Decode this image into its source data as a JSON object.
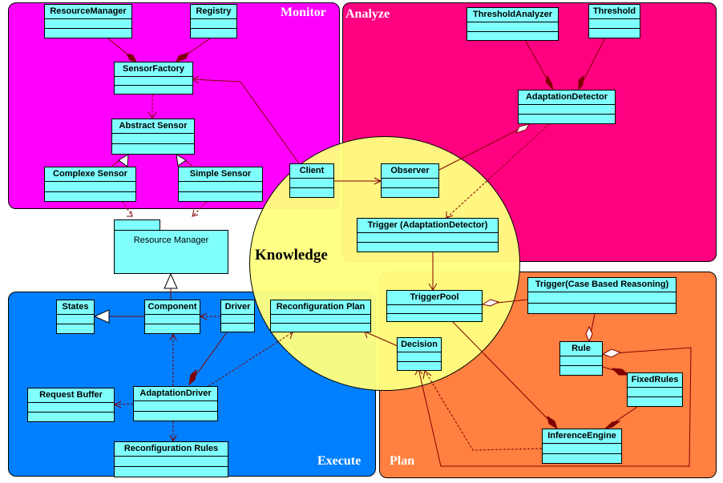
{
  "regions": {
    "monitor": {
      "label": "Monitor",
      "color": "#ff00ff"
    },
    "analyze": {
      "label": "Analyze",
      "color": "#ff0080"
    },
    "execute": {
      "label": "Execute",
      "color": "#0080ff"
    },
    "plan": {
      "label": "Plan",
      "color": "#ff8040"
    }
  },
  "knowledge": {
    "label": "Knowledge",
    "color": "#ffff80"
  },
  "classes": {
    "resource_manager_cls": "ResourceManager",
    "registry": "Registry",
    "sensor_factory": "SensorFactory",
    "abstract_sensor": "Abstract Sensor",
    "complexe_sensor": "Complexe Sensor",
    "simple_sensor": "Simple Sensor",
    "client": "Client",
    "observer": "Observer",
    "threshold_analyzer": "ThresholdAnalyzer",
    "threshold": "Threshold",
    "adaptation_detector": "AdaptationDetector",
    "trigger_adaptation": "Trigger (AdaptationDetector)",
    "trigger_pool": "TriggerPool",
    "trigger_cbr": "Trigger(Case Based Reasoning)",
    "decision": "Decision",
    "rule": "Rule",
    "fixed_rules": "FixedRules",
    "inference_engine": "InferenceEngine",
    "states": "States",
    "component": "Component",
    "driver": "Driver",
    "reconfiguration_plan": "Reconfiguration Plan",
    "request_buffer": "Request Buffer",
    "adaptation_driver": "AdaptationDriver",
    "reconfiguration_rules": "Reconfiguration Rules"
  },
  "package": {
    "label": "Resource Manager"
  },
  "colors": {
    "class_fill": "#80ffff",
    "link": "#800000",
    "region_text": "#ffffff"
  }
}
